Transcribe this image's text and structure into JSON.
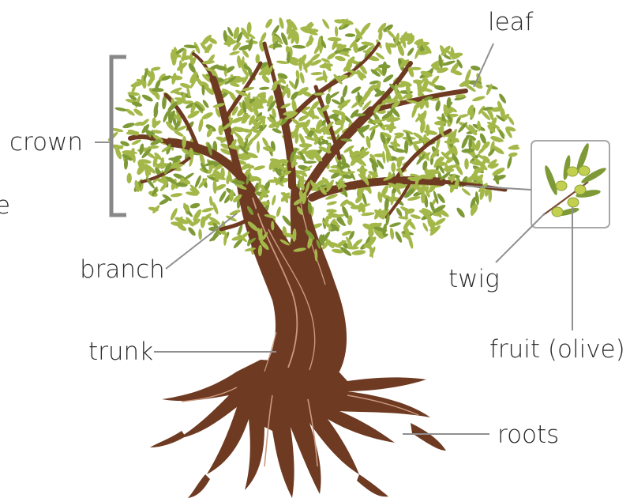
{
  "diagram": {
    "labels": {
      "leaf": "leaf",
      "crown": "crown",
      "branch": "branch",
      "twig": "twig",
      "trunk": "trunk",
      "fruit": "fruit (olive)",
      "roots": "roots",
      "edge_fragment": "e"
    },
    "colors": {
      "bark": "#6e3a22",
      "bark_highlight": "#c99a80",
      "leaf": "#a4b84a",
      "leaf_dark": "#7e9a36",
      "olive": "#c2cf4f",
      "leader": "#8f8f8f",
      "bracket": "#888888",
      "label_text": "#2b2b2b"
    }
  }
}
